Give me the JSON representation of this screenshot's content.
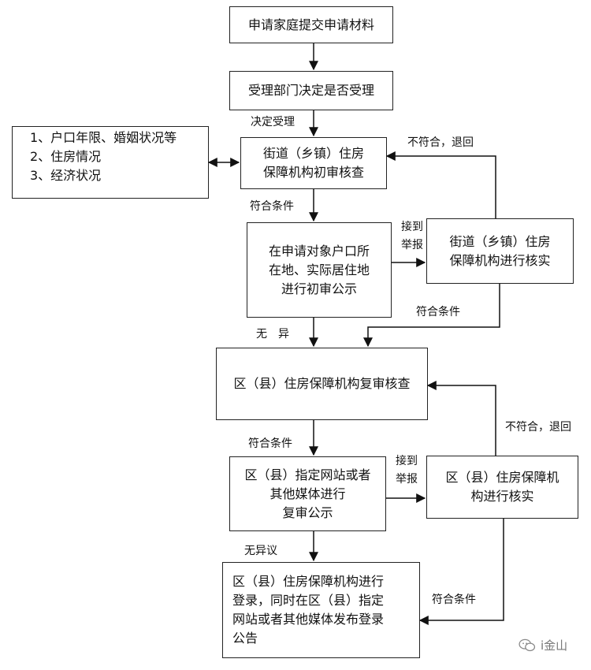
{
  "nodes": {
    "submit": [
      "申请家庭提交申请材料"
    ],
    "accept_decision": [
      "受理部门决定是否受理"
    ],
    "criteria": [
      "1、户口年限、婚姻状况等",
      "2、住房情况",
      "3、经济状况"
    ],
    "street_initial_review": [
      "街道（乡镇）住房",
      "保障机构初审核查"
    ],
    "initial_publicity": [
      "在申请对象户口所",
      "在地、实际居住地",
      "进行初审公示"
    ],
    "street_verify": [
      "街道（乡镇）住房",
      "保障机构进行核实"
    ],
    "district_review": [
      "区（县）住房保障机构复审核查"
    ],
    "review_publicity": [
      "区（县）指定网站或者",
      "其他媒体进行",
      "复审公示"
    ],
    "district_verify": [
      "区（县）住房保障机",
      "构进行核实"
    ],
    "register": [
      "区（县）住房保障机构进行",
      "登录，同时在区（县）指定",
      "网站或者其他媒体发布登录",
      "公告"
    ]
  },
  "edge_labels": {
    "decide_accept": "决定受理",
    "meets_1": "符合条件",
    "report_1_a": "接到",
    "report_1_b": "举报",
    "reject_1": "不符合，退回",
    "meets_2": "符合条件",
    "no_objection_1": "无　异",
    "meets_3": "符合条件",
    "report_2_a": "接到",
    "report_2_b": "举报",
    "reject_2": "不符合，退回",
    "no_objection_2": "无异议",
    "meets_4": "符合条件"
  },
  "watermark": {
    "text": "i金山",
    "icon": "wechat-icon"
  }
}
